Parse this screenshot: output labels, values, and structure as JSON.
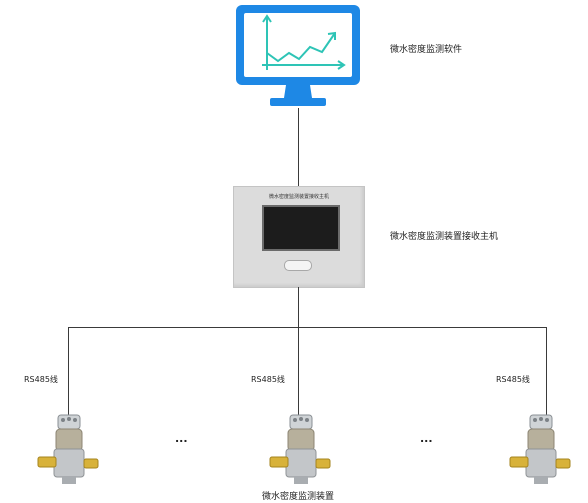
{
  "monitor": {
    "label": "微水密度监测软件"
  },
  "host": {
    "label": "微水密度监测装置接收主机",
    "panel_text": "微水密度监测装置接收主机"
  },
  "branches": [
    {
      "cable_label": "RS485线"
    },
    {
      "cable_label": "RS485线"
    },
    {
      "cable_label": "RS485线"
    }
  ],
  "ellipsis": [
    "...",
    "..."
  ],
  "device_label": "微水密度监测装置",
  "colors": {
    "monitor_blue": "#1e88e5",
    "chart_line": "#2ec4b6",
    "cabinet": "#dcdcdc",
    "brass": "#d8b23a"
  },
  "icons": {
    "monitor": "monitor-icon",
    "chart": "trend-chart-icon",
    "sensor": "sensor-device-icon"
  }
}
